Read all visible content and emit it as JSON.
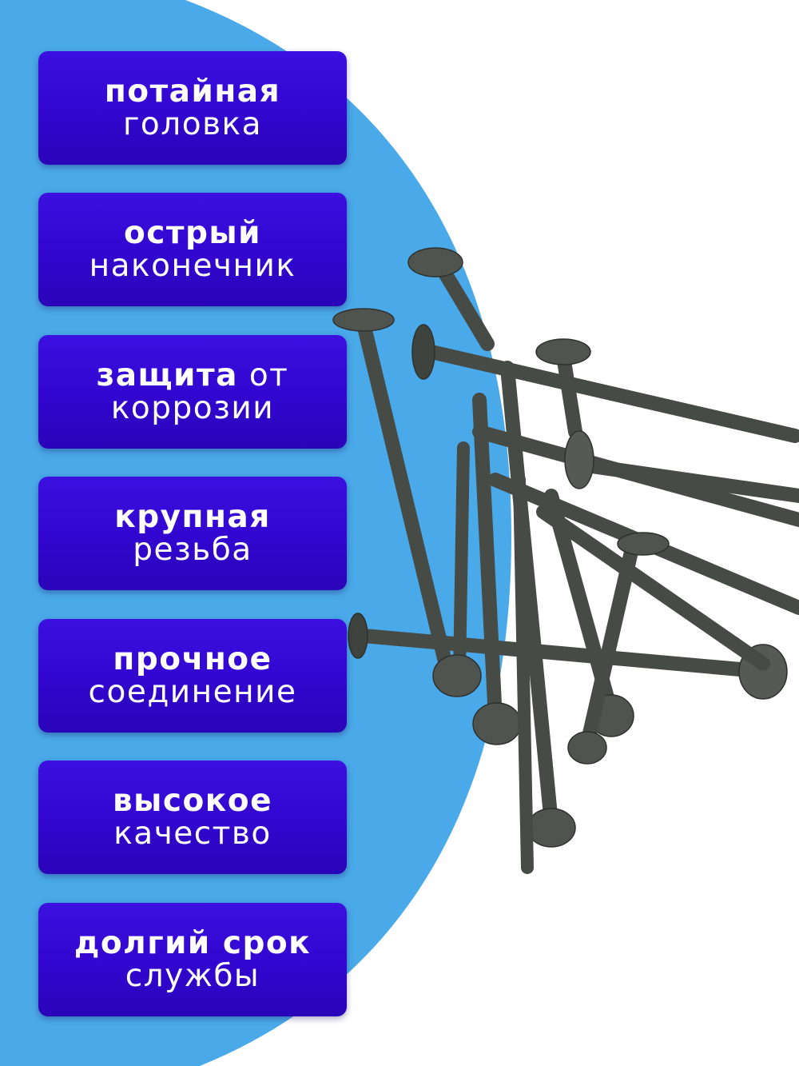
{
  "colors": {
    "background": "#ffffff",
    "accent_arc": "#4aa9e8",
    "badge": "#3508d4",
    "badge_text": "#ffffff",
    "screw": "#4b4f4a"
  },
  "features": [
    {
      "line1_bold": "потайная",
      "line1_light": "",
      "line2": "головка"
    },
    {
      "line1_bold": "острый",
      "line1_light": "",
      "line2": "наконечник"
    },
    {
      "line1_bold": "защита",
      "line1_light": " от",
      "line2": "коррозии"
    },
    {
      "line1_bold": "крупная",
      "line1_light": "",
      "line2": "резьба"
    },
    {
      "line1_bold": "прочное",
      "line1_light": "",
      "line2": "соединение"
    },
    {
      "line1_bold": "высокое",
      "line1_light": "",
      "line2": "качество"
    },
    {
      "line1_bold": "долгий срок",
      "line1_light": "",
      "line2": "службы"
    }
  ]
}
